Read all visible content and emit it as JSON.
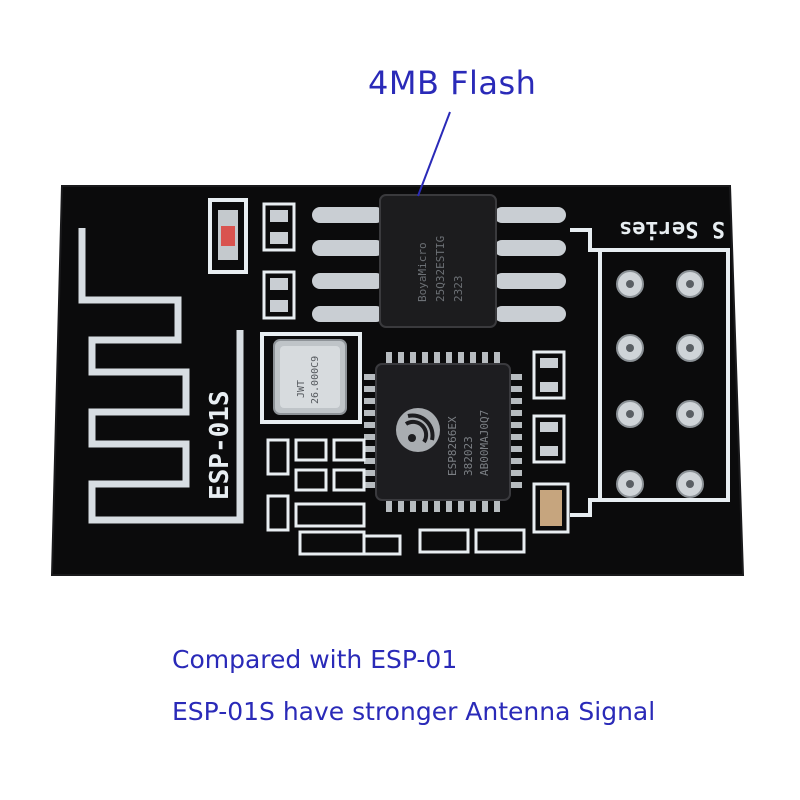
{
  "callout": {
    "label": "4MB Flash"
  },
  "captions": {
    "line1": "Compared with ESP-01",
    "line2": "ESP-01S have stronger Antenna Signal"
  },
  "board": {
    "model_label": "ESP-01S",
    "series_label": "S Series",
    "flash_chip_text": [
      "BoyaMicro",
      "25Q32ESTIG",
      "2323"
    ],
    "soc_text": [
      "ESP8266EX",
      "382023",
      "AB00MAJ0Q7"
    ],
    "crystal_text": [
      "JWT",
      "26.000C9"
    ],
    "colors": {
      "pcb": "#0b0b0c",
      "silkscreen": "#e8eef2",
      "pad": "#c9ced3",
      "chip": "#1c1c1e",
      "callout": "#2a2ab8"
    }
  }
}
